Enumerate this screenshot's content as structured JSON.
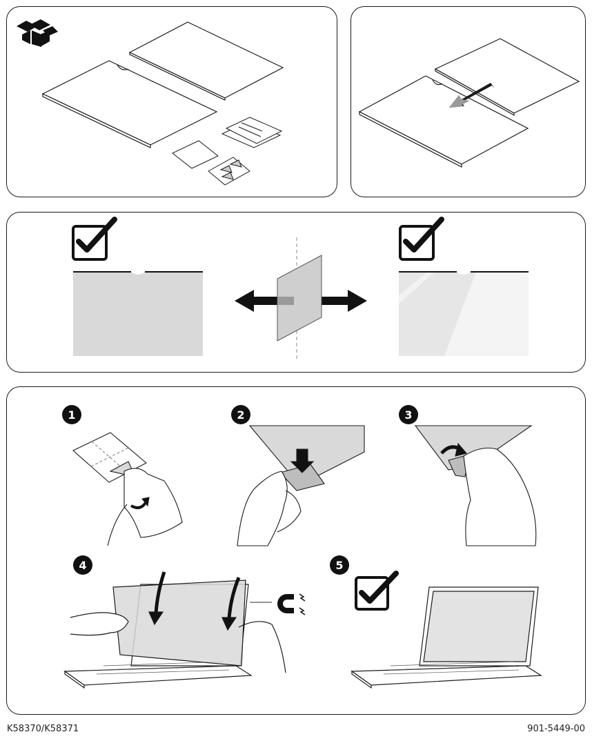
{
  "footer": {
    "model_numbers": "K58370/K58371",
    "document_number": "901-5449-00"
  },
  "install": {
    "steps": [
      {
        "number": "1"
      },
      {
        "number": "2"
      },
      {
        "number": "3"
      },
      {
        "number": "4"
      },
      {
        "number": "5"
      }
    ]
  },
  "colors": {
    "line": "#1a1a1a",
    "screen_gray": "#d9d9d9",
    "arrow_dark": "#1a1a1a",
    "arrow_gray": "#9a9a9a"
  },
  "icons": [
    "box-icon",
    "checkmark-icon",
    "magnet-icon"
  ]
}
